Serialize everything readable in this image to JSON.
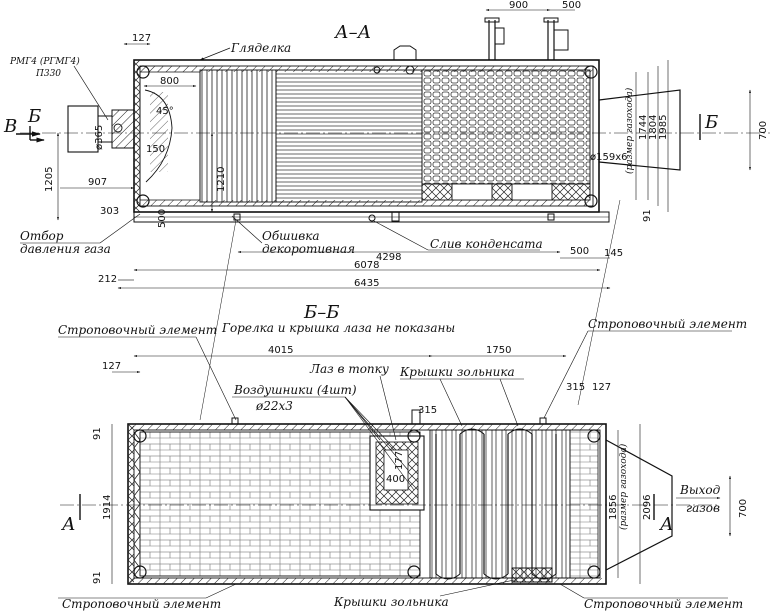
{
  "section_titles": {
    "aa": "А–А",
    "bb": "Б–Б",
    "bb_note": "Горелка и крышка лаза не показаны"
  },
  "callouts": {
    "burner_line1": "РМГ4 (РГМГ4)",
    "burner_line2": "П330",
    "sight_glass": "Гляделка",
    "gas_tap_line1": "Отбор",
    "gas_tap_line2": "давления газа",
    "cladding_line1": "Обшивка",
    "cladding_line2": "декоротивная",
    "condensate_drain": "Слив конденсата",
    "lifting_top_left": "Строповочный элемент",
    "lifting_top_right": "Строповочный элемент",
    "lifting_bottom_left": "Строповочный элемент",
    "lifting_bottom_right": "Строповочный элемент",
    "furnace_hatch": "Лаз в топку",
    "ash_covers_top": "Крышки зольника",
    "ash_covers_bottom": "Крышки зольника",
    "air_vents": "Воздушники (4шт)",
    "air_vents_size": "ø22x3",
    "flue_outlet_line1": "Выход",
    "flue_outlet_line2": "газов",
    "flue_size_a": "(размер газохода)",
    "flue_size_b": "(размер газохода)"
  },
  "markers": {
    "b_left": "Б",
    "b_right": "Б",
    "v_left": "В",
    "a_left": "А",
    "a_right": "А"
  },
  "dims_aa": {
    "d900": "900",
    "d500_top": "500",
    "d127_top": "127",
    "d800": "800",
    "d45": "45°",
    "d365": "ø365",
    "d150": "150",
    "d1205": "1205",
    "d907": "907",
    "d303": "303",
    "d500_left": "500",
    "d1210": "1210",
    "d159": "ø159х6",
    "d1744": "1744",
    "d1804": "1804",
    "d1985": "1985",
    "d700_right": "700",
    "d91_right": "91",
    "d4298": "4298",
    "d500_bottom": "500",
    "d145": "145",
    "d6078": "6078",
    "d212": "212",
    "d6435": "6435"
  },
  "dims_bb": {
    "d4015": "4015",
    "d1750": "1750",
    "d127": "127",
    "d315_a": "315",
    "d127_b": "127",
    "d315_b": "315",
    "d177": "177",
    "d400": "400",
    "d91_top": "91",
    "d1914": "1914",
    "d91_bottom": "91",
    "d1856": "1856",
    "d2096": "2096",
    "d700": "700"
  }
}
